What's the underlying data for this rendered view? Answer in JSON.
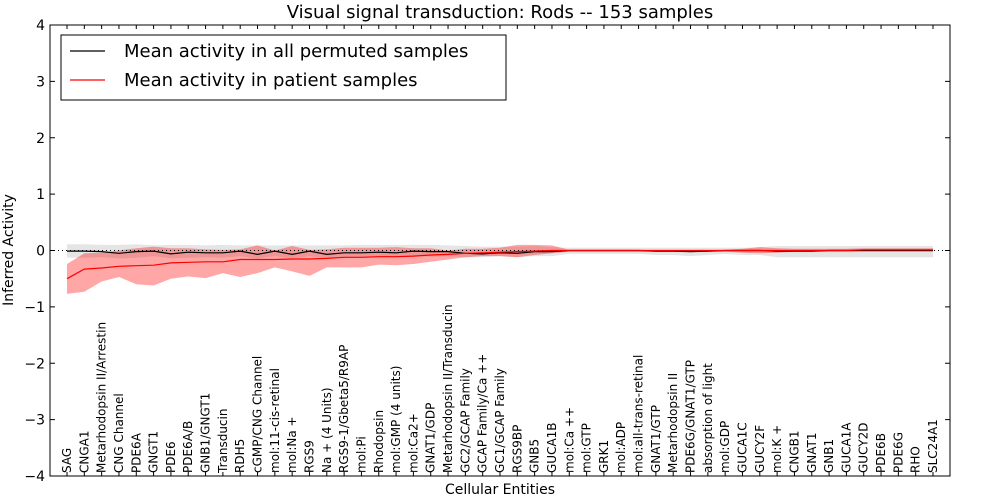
{
  "chart_data": {
    "type": "line",
    "title": "Visual signal transduction: Rods -- 153 samples",
    "xlabel": "Cellular Entities",
    "ylabel": "Inferred Activity",
    "ylim": [
      -4,
      4
    ],
    "yticks": [
      -4,
      -3,
      -2,
      -1,
      0,
      1,
      2,
      3,
      4
    ],
    "grid": false,
    "legend_position": "top-left",
    "categories": [
      "SAG",
      "CNGA1",
      "Metarhodopsin II/Arrestin",
      "CNG Channel",
      "PDE6A",
      "GNGT1",
      "PDE6",
      "PDE6A/B",
      "GNB1/GNGT1",
      "Transducin",
      "RDH5",
      "cGMP/CNG Channel",
      "mol:11-cis-retinal",
      "mol:Na +",
      "RGS9",
      "Na + (4 Units)",
      "RGS9-1/Gbeta5/R9AP",
      "mol:Pi",
      "Rhodopsin",
      "mol:GMP (4 units)",
      "mol:Ca2+",
      "GNAT1/GDP",
      "Metarhodopsin II/Transducin",
      "GC2/GCAP Family",
      "GCAP Family/Ca ++",
      "GC1/GCAP Family",
      "RGS9BP",
      "GNB5",
      "GUCA1B",
      "mol:Ca ++",
      "mol:GTP",
      "GRK1",
      "mol:ADP",
      "mol:all-trans-retinal",
      "GNAT1/GTP",
      "Metarhodopsin II",
      "PDE6G/GNAT1/GTP",
      "absorption of light",
      "mol:GDP",
      "GUCA1C",
      "GUCY2F",
      "mol:K +",
      "CNGB1",
      "GNAT1",
      "GNB1",
      "GUCA1A",
      "GUCY2D",
      "PDE6B",
      "PDE6G",
      "RHO",
      "SLC24A1"
    ],
    "series": [
      {
        "name": "Mean activity in all permuted samples",
        "color": "#000000",
        "values": [
          -0.01,
          -0.01,
          -0.02,
          -0.05,
          -0.02,
          -0.01,
          -0.06,
          -0.03,
          -0.04,
          -0.04,
          -0.01,
          -0.07,
          -0.01,
          -0.07,
          -0.01,
          -0.07,
          -0.04,
          -0.04,
          -0.03,
          -0.04,
          -0.01,
          -0.02,
          -0.02,
          -0.05,
          -0.06,
          -0.04,
          -0.05,
          -0.02,
          -0.02,
          0.0,
          0.0,
          0.0,
          0.0,
          0.0,
          -0.01,
          -0.01,
          -0.02,
          -0.01,
          0.0,
          0.0,
          0.0,
          -0.01,
          -0.01,
          -0.01,
          0.0,
          0.0,
          0.0,
          0.0,
          0.0,
          0.0,
          0.0
        ],
        "band_lower": [
          -0.13,
          -0.13,
          -0.12,
          -0.14,
          -0.13,
          -0.1,
          -0.14,
          -0.13,
          -0.12,
          -0.13,
          -0.1,
          -0.14,
          -0.1,
          -0.14,
          -0.1,
          -0.14,
          -0.12,
          -0.12,
          -0.1,
          -0.12,
          -0.1,
          -0.11,
          -0.1,
          -0.12,
          -0.12,
          -0.1,
          -0.12,
          -0.1,
          -0.1,
          -0.06,
          -0.06,
          -0.06,
          -0.06,
          -0.06,
          -0.08,
          -0.08,
          -0.1,
          -0.08,
          -0.06,
          -0.08,
          -0.08,
          -0.12,
          -0.12,
          -0.12,
          -0.12,
          -0.12,
          -0.12,
          -0.12,
          -0.12,
          -0.12,
          -0.12
        ],
        "band_upper": [
          0.11,
          0.11,
          0.1,
          0.1,
          0.11,
          0.09,
          0.1,
          0.1,
          0.09,
          0.1,
          0.09,
          0.09,
          0.09,
          0.09,
          0.09,
          0.09,
          0.09,
          0.1,
          0.1,
          0.1,
          0.1,
          0.1,
          0.09,
          0.08,
          0.07,
          0.07,
          0.07,
          0.08,
          0.06,
          0.05,
          0.05,
          0.05,
          0.05,
          0.05,
          0.05,
          0.05,
          0.05,
          0.05,
          0.05,
          0.05,
          0.06,
          0.08,
          0.08,
          0.08,
          0.08,
          0.08,
          0.08,
          0.08,
          0.08,
          0.08,
          0.08
        ]
      },
      {
        "name": "Mean activity in patient samples",
        "color": "#ff0000",
        "values": [
          -0.5,
          -0.33,
          -0.31,
          -0.28,
          -0.27,
          -0.26,
          -0.22,
          -0.21,
          -0.2,
          -0.2,
          -0.16,
          -0.16,
          -0.16,
          -0.15,
          -0.15,
          -0.14,
          -0.12,
          -0.12,
          -0.11,
          -0.11,
          -0.1,
          -0.08,
          -0.07,
          -0.05,
          -0.04,
          -0.03,
          -0.02,
          -0.01,
          0.0,
          0.0,
          0.0,
          0.0,
          0.0,
          0.0,
          0.0,
          0.0,
          0.0,
          0.0,
          0.0,
          0.0,
          0.0,
          0.0,
          0.0,
          0.0,
          0.0,
          0.0,
          0.01,
          0.01,
          0.01,
          0.01,
          0.01
        ],
        "band_lower": [
          -0.77,
          -0.73,
          -0.55,
          -0.47,
          -0.6,
          -0.62,
          -0.5,
          -0.46,
          -0.49,
          -0.4,
          -0.47,
          -0.4,
          -0.3,
          -0.37,
          -0.45,
          -0.3,
          -0.3,
          -0.3,
          -0.25,
          -0.26,
          -0.24,
          -0.2,
          -0.16,
          -0.12,
          -0.1,
          -0.1,
          -0.12,
          -0.08,
          -0.05,
          -0.02,
          -0.02,
          -0.02,
          -0.02,
          -0.02,
          -0.02,
          -0.02,
          -0.02,
          -0.02,
          -0.02,
          -0.04,
          -0.05,
          -0.04,
          -0.02,
          -0.02,
          -0.02,
          -0.02,
          -0.02,
          -0.02,
          -0.02,
          -0.02,
          -0.02
        ],
        "band_upper": [
          -0.24,
          -0.05,
          -0.04,
          0.0,
          0.04,
          0.07,
          0.04,
          0.04,
          0.02,
          0.01,
          0.02,
          0.09,
          0.0,
          0.08,
          0.01,
          0.02,
          0.05,
          0.05,
          0.05,
          0.06,
          0.04,
          0.04,
          0.0,
          0.03,
          0.03,
          0.05,
          0.1,
          0.1,
          0.09,
          0.01,
          0.01,
          0.01,
          0.01,
          0.01,
          0.01,
          0.01,
          0.01,
          0.01,
          0.01,
          0.03,
          0.06,
          0.04,
          0.03,
          0.03,
          0.03,
          0.03,
          0.04,
          0.04,
          0.04,
          0.04,
          0.04
        ]
      }
    ]
  }
}
